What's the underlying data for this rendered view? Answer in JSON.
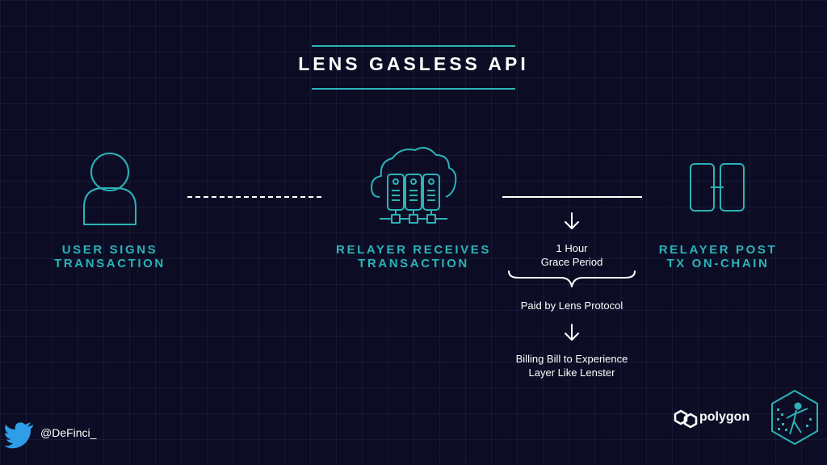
{
  "title": "LENS GASLESS API",
  "steps": [
    {
      "label_line1": "USER SIGNS",
      "label_line2": "TRANSACTION",
      "icon": "user-icon"
    },
    {
      "label_line1": "RELAYER RECEIVES",
      "label_line2": "TRANSACTION",
      "icon": "cloud-server-icon"
    },
    {
      "label_line1": "RELAYER POST",
      "label_line2": "TX ON-CHAIN",
      "icon": "chain-link-icon"
    }
  ],
  "grace": {
    "line1": "1 Hour",
    "line2": "Grace Period"
  },
  "paid_by": "Paid by Lens Protocol",
  "billing": {
    "line1": "Billing Bill to Experience",
    "line2": "Layer Like Lenster"
  },
  "handle": "@DeFinci_",
  "partner_logo": "polygon",
  "colors": {
    "background": "#0c0d24",
    "accent": "#2bb3b8",
    "text": "#ffffff"
  }
}
